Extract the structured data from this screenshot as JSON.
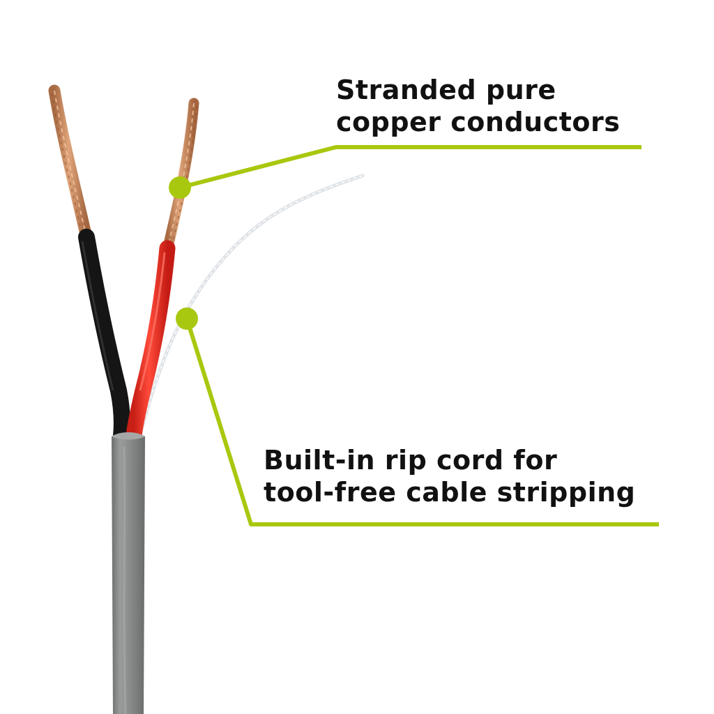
{
  "colors": {
    "background": "#ffffff",
    "accent_lime": "#a8c80f",
    "label_text": "#111111",
    "jacket_gray": "#8a8c8b",
    "black_insulation": "#151515",
    "red_insulation": "#ee2a1f",
    "copper": "#c98a5f",
    "rip_cord": "#e6e9ec"
  },
  "callouts": [
    {
      "id": "conductors",
      "lines": [
        "Stranded pure",
        "copper conductors"
      ],
      "marker_icon": "lime-dot-marker"
    },
    {
      "id": "ripcord",
      "lines": [
        "Built-in rip cord for",
        "tool-free cable stripping"
      ],
      "marker_icon": "lime-dot-marker"
    }
  ]
}
